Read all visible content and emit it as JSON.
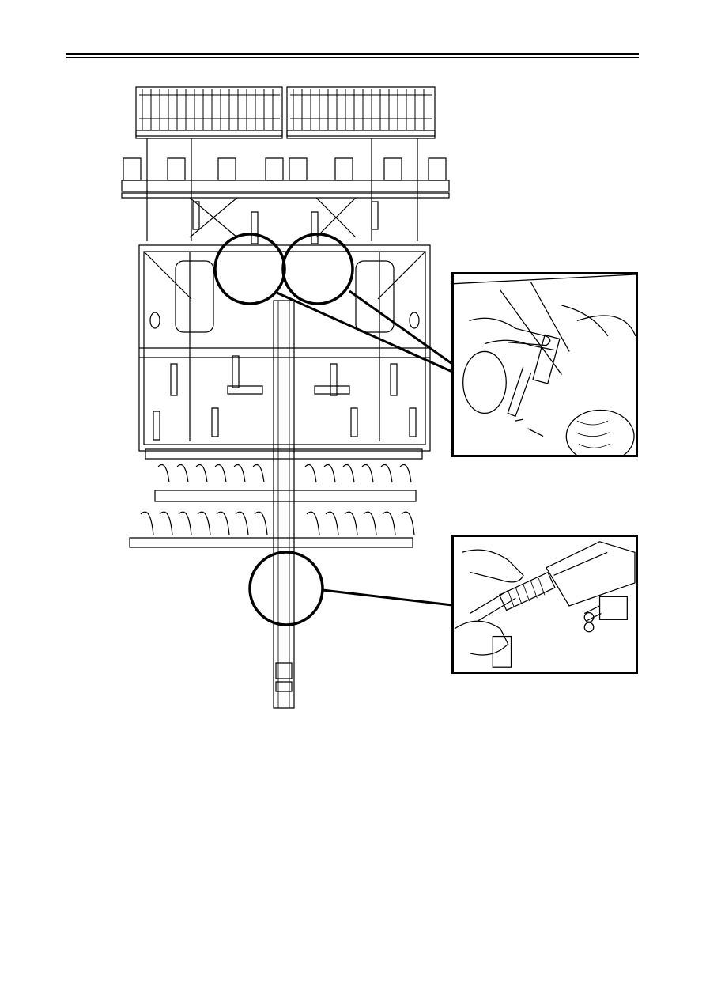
{
  "document": {
    "header_rule": "double",
    "figure": {
      "subject": "machine-top-view",
      "detail_callouts": 3,
      "insets": [
        {
          "id": "inset-hitch-cylinders",
          "icon": "hand-connecting-hose-icon"
        },
        {
          "id": "inset-drawbar-coupling",
          "icon": "hand-connecting-coupling-icon"
        }
      ]
    },
    "colors": {
      "ink": "#000000",
      "paper": "#ffffff"
    }
  }
}
